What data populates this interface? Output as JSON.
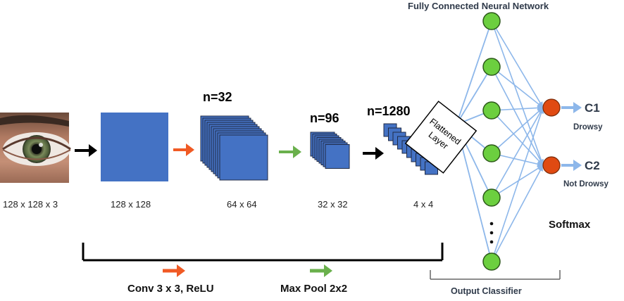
{
  "network_title": "Fully Connected Neural Network",
  "input": {
    "dims": "128  x 128 x 3"
  },
  "conv_block": {
    "dims": "128  x 128"
  },
  "pool1": {
    "n_label": "n=32",
    "dims": "64 x 64"
  },
  "pool2": {
    "n_label": "n=96",
    "dims": "32 x 32"
  },
  "pool3": {
    "n_label": "n=1280",
    "dims": "4 x 4"
  },
  "flatten_label": "Flattened Layer",
  "outputs": [
    {
      "class": "C1",
      "name": "Drowsy"
    },
    {
      "class": "C2",
      "name": "Not Drowsy"
    }
  ],
  "softmax_label": "Softmax",
  "output_classifier_label": "Output Classifier",
  "legend": {
    "conv": {
      "label": "Conv 3 x 3, ReLU",
      "color": "#f05a24"
    },
    "pool": {
      "label": "Max Pool 2x2",
      "color": "#6ab04c"
    }
  },
  "colors": {
    "block": "#4472c4",
    "block_dark": "#1f2a44",
    "hidden_node": "#6ccf3f",
    "output_node": "#e04a12",
    "connection": "#8db7ea"
  },
  "icons": {
    "eye_image": "eye-photo",
    "black_arrow": "black-arrow",
    "ellipsis": "vertical-dots"
  }
}
